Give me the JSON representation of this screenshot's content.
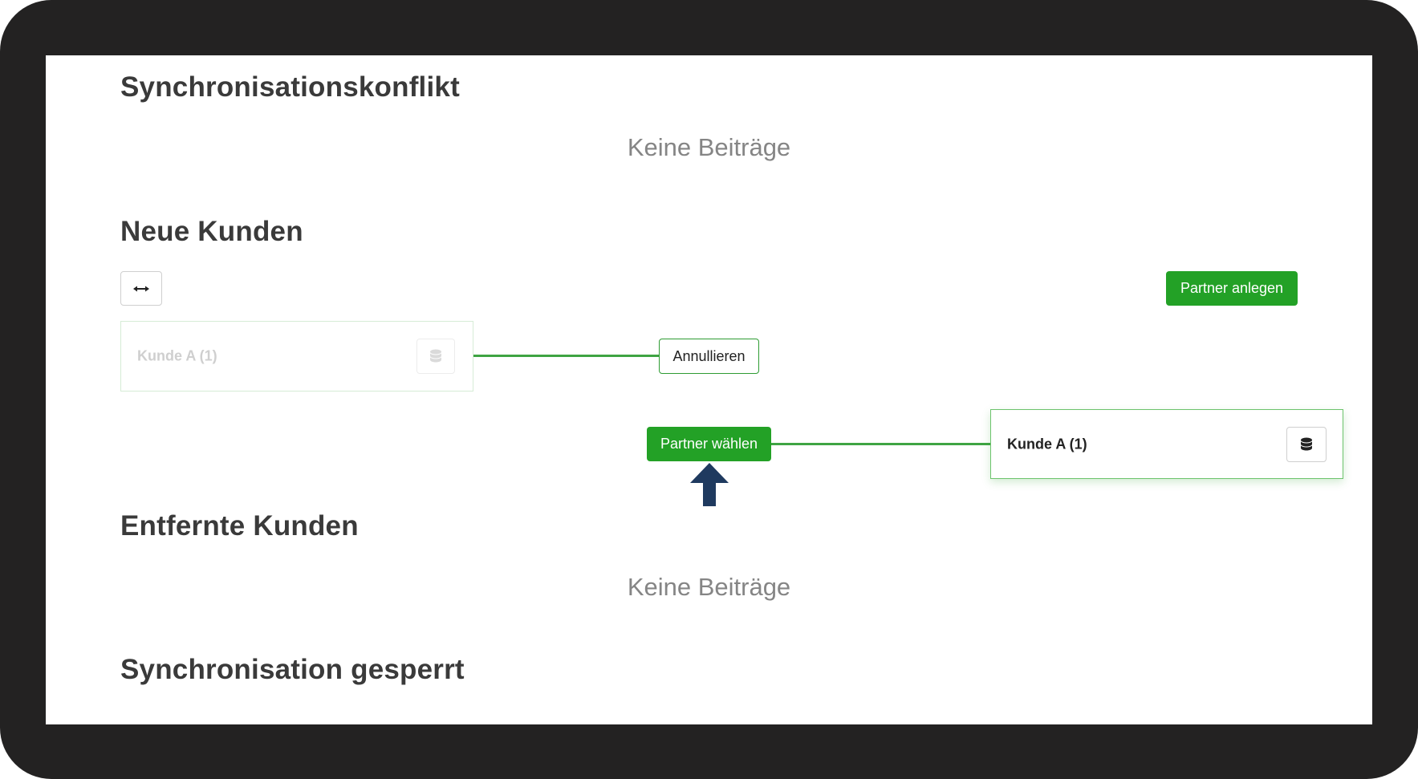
{
  "sections": {
    "conflict": {
      "title": "Synchronisationskonflikt",
      "empty_text": "Keine Beiträge"
    },
    "new_customers": {
      "title": "Neue Kunden",
      "swap_icon": "swap-horizontal-icon",
      "create_partner_label": "Partner anlegen",
      "left_card": {
        "label": "Kunde A (1)",
        "icon": "database-icon"
      },
      "cancel_label": "Annullieren",
      "choose_partner_label": "Partner wählen",
      "right_card": {
        "label": "Kunde A (1)",
        "icon": "database-icon"
      },
      "pointer_icon": "arrow-up-icon"
    },
    "removed_customers": {
      "title": "Entfernte Kunden",
      "empty_text": "Keine Beiträge"
    },
    "locked": {
      "title": "Synchronisation gesperrt"
    }
  },
  "colors": {
    "accent_green": "#23a126",
    "connector_green": "#3fa443",
    "pointer_navy": "#1f3a5f",
    "frame": "#232222"
  }
}
